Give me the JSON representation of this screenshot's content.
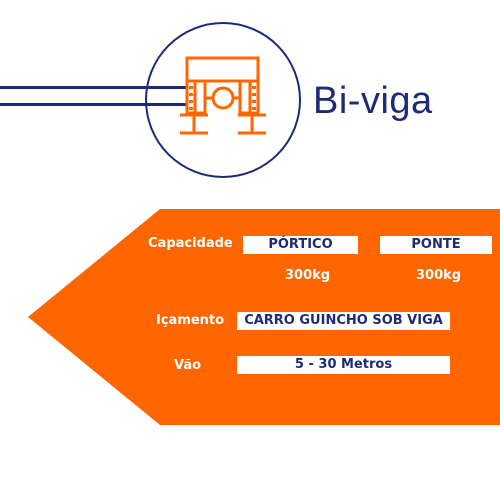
{
  "header": {
    "title": "Bi-viga",
    "icon": "bi-viga-crane-icon"
  },
  "specs": {
    "capacity_label": "Capacidade",
    "portico_label": "PÓRTICO",
    "ponte_label": "PONTE",
    "portico_value": "300kg",
    "ponte_value": "300kg",
    "lifting_label": "Içamento",
    "lifting_value": "CARRO GUINCHO SOB VIGA",
    "span_label": "Vão",
    "span_value": "5 - 30 Metros"
  },
  "colors": {
    "accent": "#ff6600",
    "navy": "#1e2a78",
    "white": "#ffffff"
  }
}
